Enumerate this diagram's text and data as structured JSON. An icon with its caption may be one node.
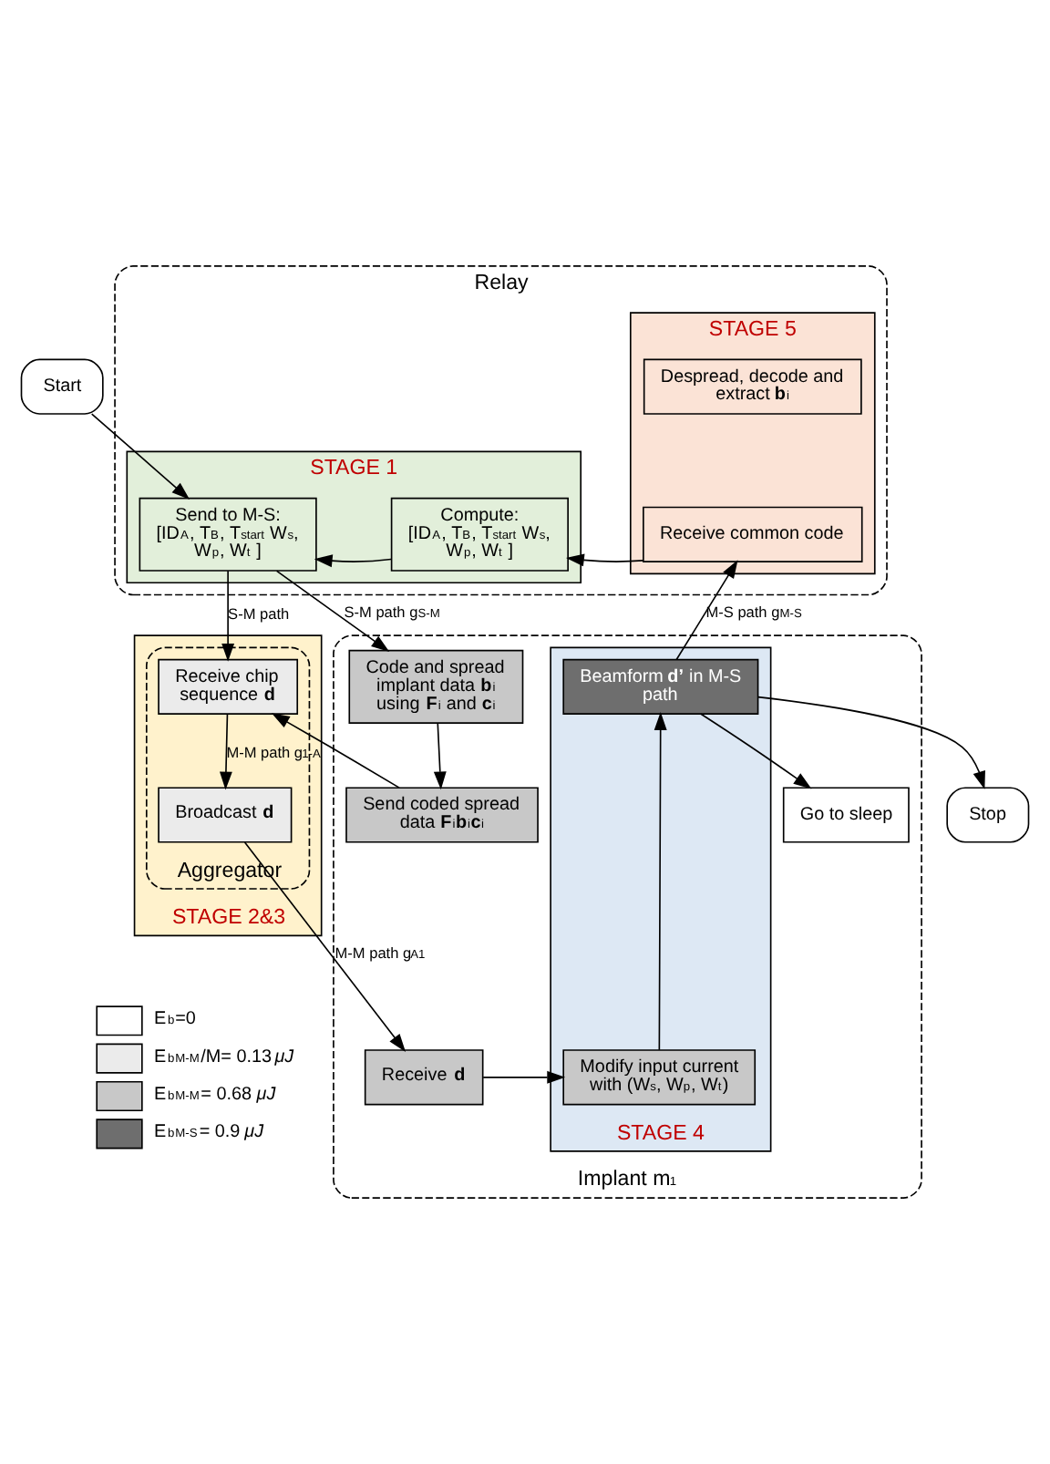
{
  "diagram": {
    "nodes": [
      {
        "text": [
          "Start"
        ]
      },
      {
        "text": [
          "Relay"
        ]
      },
      {
        "text": [
          "STAGE 1"
        ],
        "in": 1
      },
      {
        "text": [
          "Send to M-S:",
          "[ID$_{A}$, T$_{B}$, T$_{start}$ W$^{s}$, W$^{p}$, W$^{t}$ ]"
        ],
        "in": 2
      },
      {
        "text": [
          "Compute:",
          "[ID$_{A}$, T$_{B}$, T$_{start}$ W$^{s}$, W$^{p}$, W$^{t}$ ]"
        ],
        "in": 2
      },
      {
        "text": [
          "STAGE 5"
        ],
        "in": 1
      },
      {
        "text": [
          "Despread, decode and extract **b**$_{i}$"
        ],
        "in": 5
      },
      {
        "text": [
          "Receive common code"
        ],
        "in": 5
      },
      {
        "text": [
          "STAGE 2&3"
        ]
      },
      {
        "text": [
          "Aggregator"
        ],
        "in": 8
      },
      {
        "text": [
          "Receive chip sequence **d**"
        ],
        "in": 9
      },
      {
        "text": [
          "Broadcast **d**"
        ],
        "in": 9
      },
      {
        "text": [
          "Implant m$_{1}$"
        ]
      },
      {
        "text": [
          "Code and spread implant data **b**$_{i}$ using **F**$_{i}$ and **c**$_{i}$"
        ],
        "in": 12
      },
      {
        "text": [
          "Send coded spread data **F**$_{i}$**b**$_{i}$**c**$_{i}$"
        ],
        "in": 12
      },
      {
        "text": [
          "Receive **d**"
        ],
        "in": 12
      },
      {
        "text": [
          "STAGE 4"
        ],
        "in": 12
      },
      {
        "text": [
          "Beamform **d’** in M-S path"
        ],
        "in": 16
      },
      {
        "text": [
          "Modify input current with (W$^{s}$, W$^{p}$, W$^{t}$)"
        ],
        "in": 16
      },
      {
        "text": [
          "Go to sleep"
        ],
        "in": 12
      },
      {
        "text": [
          "Stop"
        ]
      }
    ],
    "edges": [
      {
        "from": 0,
        "to": 3,
        "arrow": "to"
      },
      {
        "from": 4,
        "to": 3,
        "arrow": "to"
      },
      {
        "from": 7,
        "to": 4,
        "arrow": "to"
      },
      {
        "from": 3,
        "to": 10,
        "arrow": "to",
        "label": "S-M path"
      },
      {
        "from": 3,
        "to": 13,
        "arrow": "to",
        "label": "S-M path g$^{S-M}$"
      },
      {
        "from": 10,
        "to": 11,
        "arrow": "to",
        "label": "M-M path g$^{1-A}$"
      },
      {
        "from": 13,
        "to": 14,
        "arrow": "to"
      },
      {
        "from": 14,
        "to": 10,
        "arrow": "to"
      },
      {
        "from": 11,
        "to": 15,
        "arrow": "to",
        "label": "M-M path g$^{A1}$"
      },
      {
        "from": 15,
        "to": 18,
        "arrow": "to"
      },
      {
        "from": 18,
        "to": 17,
        "arrow": "to"
      },
      {
        "from": 17,
        "to": 7,
        "arrow": "to",
        "label": "M-S path g$^{M-S}$"
      },
      {
        "from": 17,
        "to": 19,
        "arrow": "to"
      },
      {
        "from": 17,
        "to": 20,
        "arrow": "to"
      }
    ],
    "legend": [
      {
        "text": "E$_{b}$=0",
        "color": "#ffffff"
      },
      {
        "text": "E$_{b}$$^{M-M}$/M= 0.13 *μJ*",
        "color": "#ebebeb"
      },
      {
        "text": "E$_{b}$$^{M-M}$= 0.68 *μJ*",
        "color": "#c8c8c8"
      },
      {
        "text": "E$_{b}$$^{M-S}$= 0.9 *μJ*",
        "color": "#6e6e6e"
      }
    ]
  }
}
